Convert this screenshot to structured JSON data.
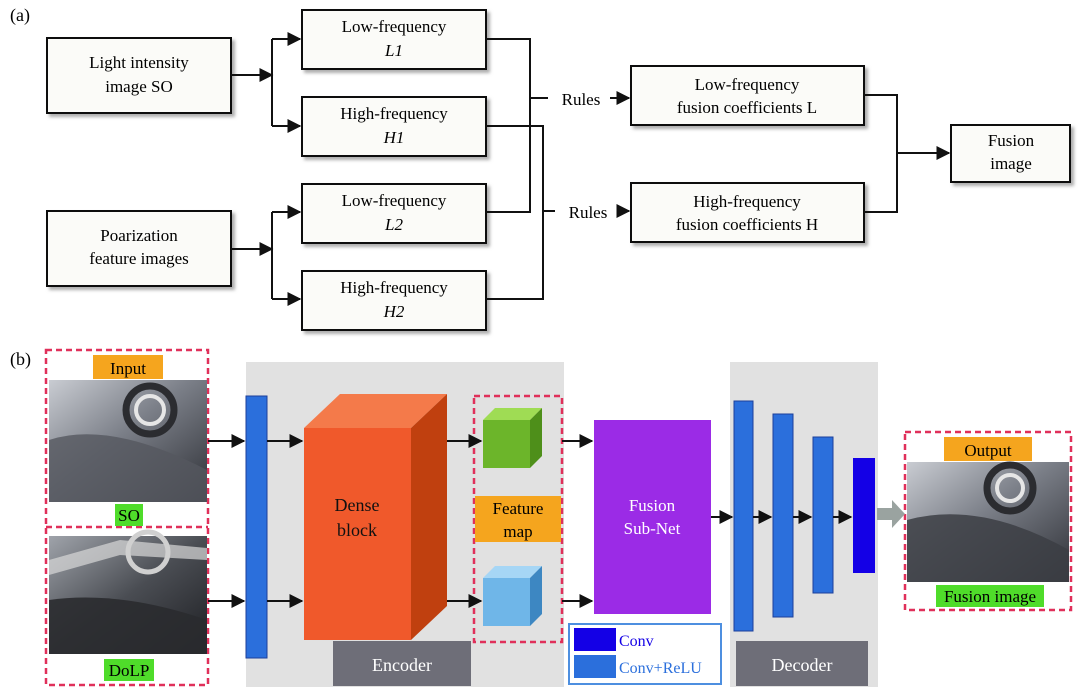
{
  "panel_a": {
    "label": "(a)",
    "source_si": "Light intensity",
    "source_si_2": "image SO",
    "source_pf": "Poarization",
    "source_pf_2": "feature images",
    "lf1": "Low-frequency",
    "lf1_sub": "L1",
    "hf1": "High-frequency",
    "hf1_sub": "H1",
    "lf2": "Low-frequency",
    "lf2_sub": "L2",
    "hf2": "High-frequency",
    "hf2_sub": "H2",
    "rules_1": "Rules",
    "rules_2": "Rules",
    "lfc": "Low-frequency",
    "lfc_2": "fusion coefficients L",
    "hfc": "High-frequency",
    "hfc_2": "fusion coefficients H",
    "fusion": "Fusion",
    "fusion_2": "image"
  },
  "panel_b": {
    "label": "(b)",
    "input": "Input",
    "so": "SO",
    "dolp": "DoLP",
    "dense": "Dense",
    "dense_2": "block",
    "feature": "Feature",
    "feature_2": "map",
    "fusion_subnet": "Fusion",
    "fusion_subnet_2": "Sub-Net",
    "encoder": "Encoder",
    "decoder": "Decoder",
    "output": "Output",
    "fusion_image": "Fusion image",
    "legend_conv": "Conv",
    "legend_conv_relu": "Conv+ReLU"
  },
  "colors": {
    "conv": "#1400e6",
    "conv_relu": "#2b6fdc",
    "dense_front": "#f0592b",
    "dense_side": "#c0400f",
    "feature_green": "#6cb52a",
    "feature_blue": "#6fb6e8",
    "fusion_subnet": "#9b2be6",
    "label_orange": "#f5a51e",
    "label_green": "#4fdc2a",
    "gray_panel": "#e1e1e1",
    "footer_gray": "#6e6e78",
    "dashed_red": "#e0305a"
  }
}
